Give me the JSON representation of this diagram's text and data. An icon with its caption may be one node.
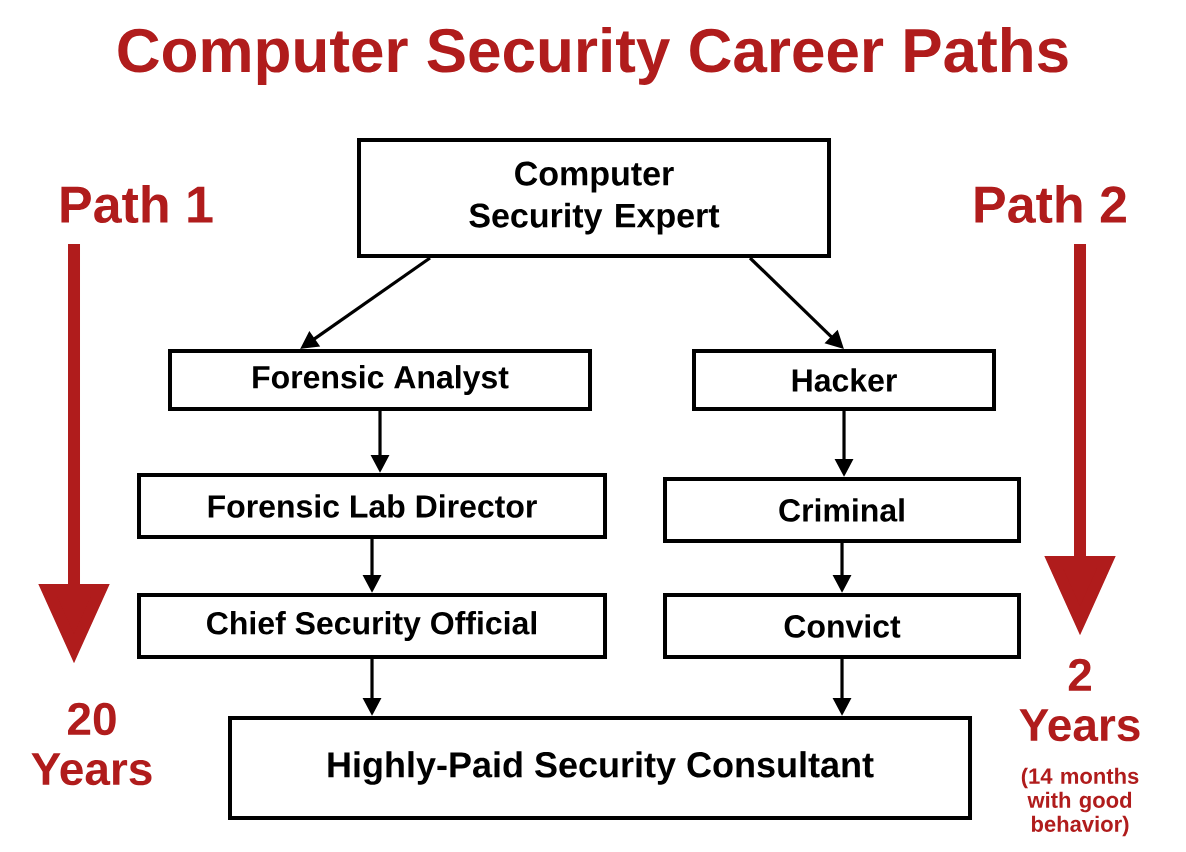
{
  "diagram": {
    "title": "Computer Security Career Paths",
    "nodes": [
      {
        "text": [
          "Computer Security Expert"
        ]
      },
      {
        "text": [
          "Forensic Analyst"
        ]
      },
      {
        "text": [
          "Hacker"
        ]
      },
      {
        "text": [
          "Forensic Lab Director"
        ]
      },
      {
        "text": [
          "Criminal"
        ]
      },
      {
        "text": [
          "Chief Security Official"
        ]
      },
      {
        "text": [
          "Convict"
        ]
      },
      {
        "text": [
          "Highly-Paid Security Consultant"
        ]
      }
    ],
    "edges": [
      {
        "from": 0,
        "to": 1,
        "arrow": "to"
      },
      {
        "from": 0,
        "to": 2,
        "arrow": "to"
      },
      {
        "from": 1,
        "to": 3,
        "arrow": "to"
      },
      {
        "from": 3,
        "to": 5,
        "arrow": "to"
      },
      {
        "from": 5,
        "to": 7,
        "arrow": "to"
      },
      {
        "from": 2,
        "to": 4,
        "arrow": "to"
      },
      {
        "from": 4,
        "to": 6,
        "arrow": "to"
      },
      {
        "from": 6,
        "to": 7,
        "arrow": "to"
      }
    ],
    "labels": [
      "Path 1",
      "Path 2",
      "20 Years",
      "2 Years",
      "(14 months with good behavior)"
    ]
  }
}
